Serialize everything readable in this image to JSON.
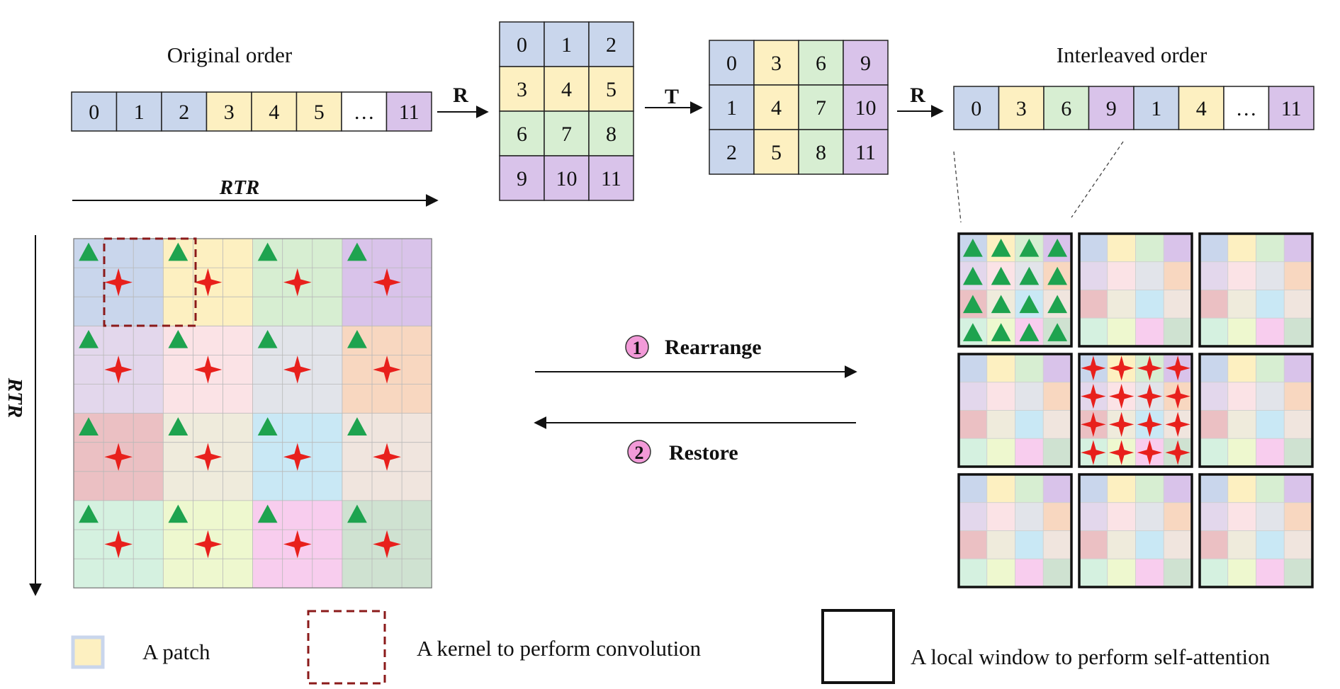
{
  "labels": {
    "original_order": "Original order",
    "interleaved_order": "Interleaved order",
    "r_label": "R",
    "t_label": "T",
    "rtr_label": "RTR",
    "rearrange_num": "1",
    "rearrange": "Rearrange",
    "restore_num": "2",
    "restore": "Restore",
    "ellipsis": "…"
  },
  "sequences": {
    "original": [
      "0",
      "1",
      "2",
      "3",
      "4",
      "5",
      "…",
      "11"
    ],
    "interleaved": [
      "0",
      "3",
      "6",
      "9",
      "1",
      "4",
      "…",
      "11"
    ]
  },
  "matrices": {
    "grid_4x3": [
      [
        "0",
        "1",
        "2"
      ],
      [
        "3",
        "4",
        "5"
      ],
      [
        "6",
        "7",
        "8"
      ],
      [
        "9",
        "10",
        "11"
      ]
    ],
    "grid_3x4": [
      [
        "0",
        "3",
        "6",
        "9"
      ],
      [
        "1",
        "4",
        "7",
        "10"
      ],
      [
        "2",
        "5",
        "8",
        "11"
      ]
    ]
  },
  "legend": {
    "patch": "A patch",
    "kernel": "A kernel to perform convolution",
    "window": "A local window to perform self-attention"
  },
  "colors": {
    "blue": "#c9d6ec",
    "yellow": "#fdf0c1",
    "green": "#d7eed2",
    "purple": "#d9c3ea",
    "lavender": "#e3d7ec",
    "pink": "#fbe3e6",
    "gray": "#e2e4ea",
    "orange": "#f8d7c0",
    "red": "#ebc0c3",
    "beige": "#efebdc",
    "cyan": "#c9e8f5",
    "beige2": "#f0e5de",
    "mint": "#d5f1e0",
    "lime": "#eef8cf",
    "magenta": "#f8cdee",
    "sage": "#cfe2d1",
    "triangle": "#1ea34f",
    "star": "#e8201c",
    "kernel_border": "#8b1a1a",
    "circle_fill": "#f29ad8"
  },
  "icons": {
    "triangle": "green-triangle-icon",
    "star": "red-four-point-star-icon"
  }
}
